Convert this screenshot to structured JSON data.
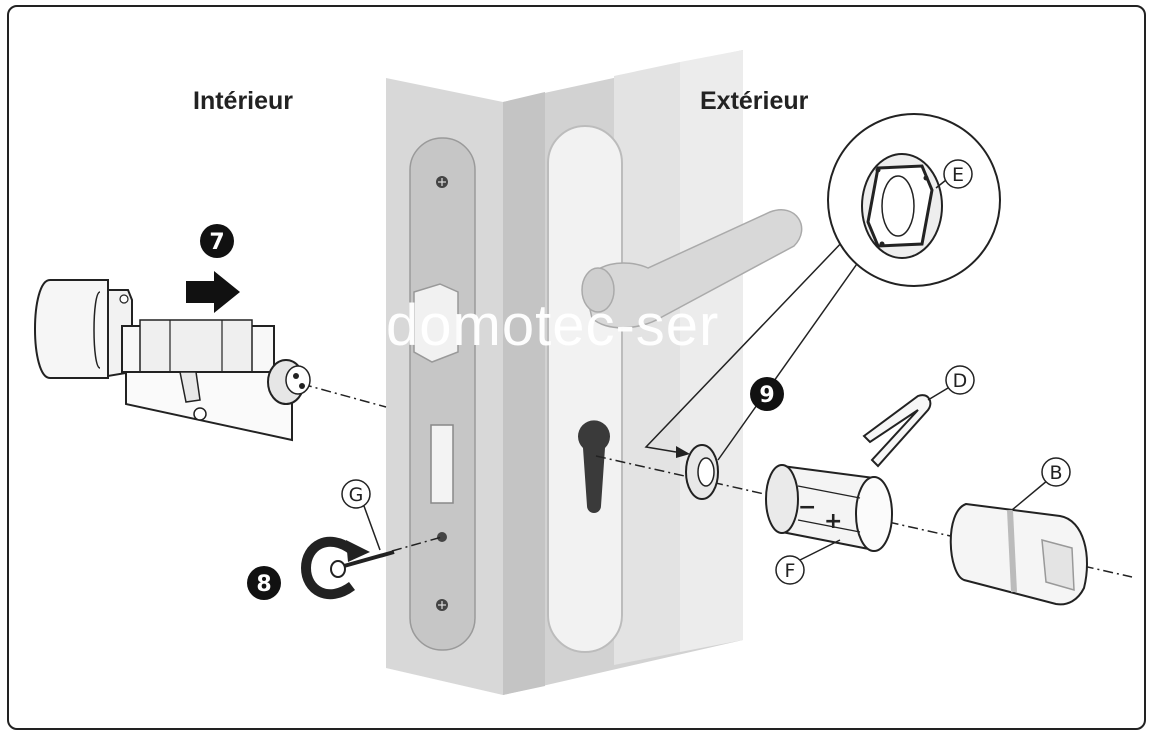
{
  "labels": {
    "interior": "Intérieur",
    "exterior": "Extérieur"
  },
  "steps": {
    "s7": "7",
    "s8": "8",
    "s9": "9"
  },
  "parts": {
    "b": "B",
    "d": "D",
    "e": "E",
    "f": "F",
    "g": "G"
  },
  "polarity": {
    "minus": "−",
    "plus": "+"
  },
  "watermark": "domotec-ser",
  "colors": {
    "outline": "#222222",
    "door_light": "#e4e4e4",
    "door_mid": "#d2d2d2",
    "door_dark": "#bdbdbd",
    "plate": "#c8c8c8",
    "badge": "#111111"
  }
}
